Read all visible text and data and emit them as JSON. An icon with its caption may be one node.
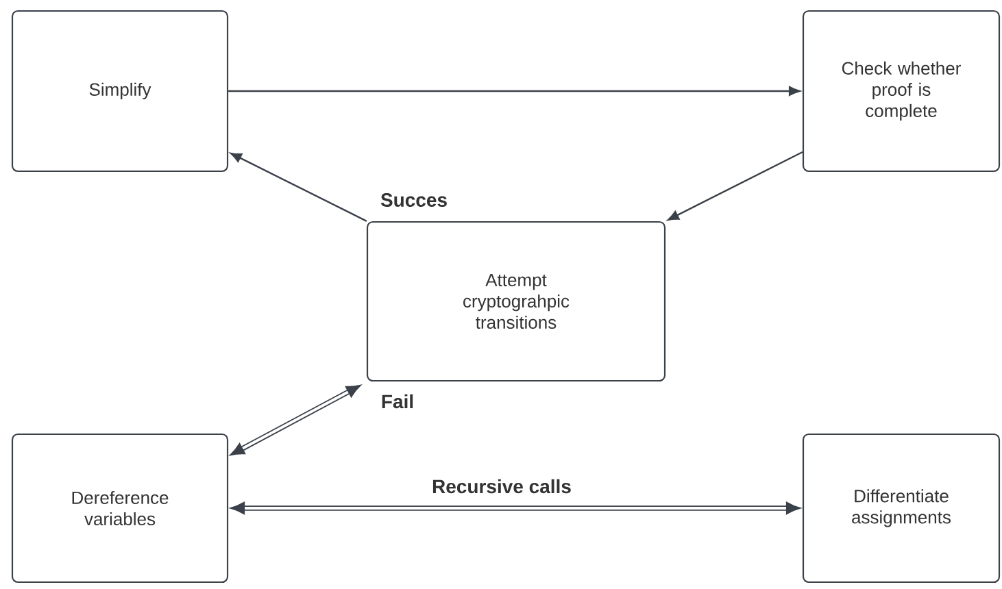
{
  "diagram": {
    "nodes": [
      {
        "text": [
          "Simplify"
        ]
      },
      {
        "text": [
          "Check whether proof is complete"
        ]
      },
      {
        "text": [
          "Attempt cryptograhpic transitions"
        ]
      },
      {
        "text": [
          "Dereference variables"
        ]
      },
      {
        "text": [
          "Differentiate assignments"
        ]
      }
    ],
    "edges": [
      {
        "from": 0,
        "to": 1,
        "arrow": "to"
      },
      {
        "from": 2,
        "to": 0,
        "arrow": "to",
        "label": "Succes"
      },
      {
        "from": 1,
        "to": 2,
        "arrow": "to"
      },
      {
        "from": 2,
        "to": 3,
        "arrow": "both",
        "style": "thick",
        "label": "Fail"
      },
      {
        "from": 3,
        "to": 4,
        "arrow": "both",
        "style": "thick",
        "label": "Recursive calls"
      }
    ]
  }
}
